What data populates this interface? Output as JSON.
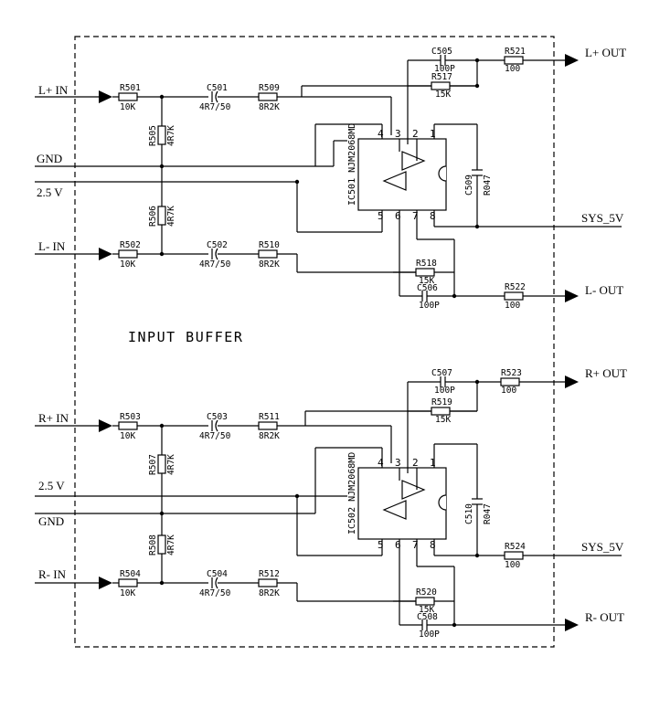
{
  "title": "INPUT BUFFER",
  "signals": {
    "l_plus_in": "L+ IN",
    "l_minus_in": "L- IN",
    "gnd_1": "GND",
    "v25_1": "2.5 V",
    "l_plus_out": "L+ OUT",
    "l_minus_out": "L- OUT",
    "sys5v_1": "SYS_5V",
    "r_plus_in": "R+ IN",
    "r_minus_in": "R- IN",
    "gnd_2": "GND",
    "v25_2": "2.5 V",
    "r_plus_out": "R+ OUT",
    "r_minus_out": "R- OUT",
    "sys5v_2": "SYS_5V"
  },
  "components": {
    "r501": {
      "ref": "R501",
      "value": "10K"
    },
    "r502": {
      "ref": "R502",
      "value": "10K"
    },
    "r503": {
      "ref": "R503",
      "value": "10K"
    },
    "r504": {
      "ref": "R504",
      "value": "10K"
    },
    "r505": {
      "ref": "R505",
      "value": "4R7K"
    },
    "r506": {
      "ref": "R506",
      "value": "4R7K"
    },
    "r507": {
      "ref": "R507",
      "value": "4R7K"
    },
    "r508": {
      "ref": "R508",
      "value": "4R7K"
    },
    "c501": {
      "ref": "C501",
      "value": "4R7/50"
    },
    "c502": {
      "ref": "C502",
      "value": "4R7/50"
    },
    "c503": {
      "ref": "C503",
      "value": "4R7/50"
    },
    "c504": {
      "ref": "C504",
      "value": "4R7/50"
    },
    "r509": {
      "ref": "R509",
      "value": "8R2K"
    },
    "r510": {
      "ref": "R510",
      "value": "8R2K"
    },
    "r511": {
      "ref": "R511",
      "value": "8R2K"
    },
    "r512": {
      "ref": "R512",
      "value": "8R2K"
    },
    "c505": {
      "ref": "C505",
      "value": "100P"
    },
    "c506": {
      "ref": "C506",
      "value": "100P"
    },
    "c507": {
      "ref": "C507",
      "value": "100P"
    },
    "c508": {
      "ref": "C508",
      "value": "100P"
    },
    "r517": {
      "ref": "R517",
      "value": "15K"
    },
    "r518": {
      "ref": "R518",
      "value": "15K"
    },
    "r519": {
      "ref": "R519",
      "value": "15K"
    },
    "r520": {
      "ref": "R520",
      "value": "15K"
    },
    "r521": {
      "ref": "R521",
      "value": "100"
    },
    "r522": {
      "ref": "R522",
      "value": "100"
    },
    "r523": {
      "ref": "R523",
      "value": "100"
    },
    "r524": {
      "ref": "R524",
      "value": "100"
    },
    "c509": {
      "ref": "C509",
      "value": "R047"
    },
    "c510": {
      "ref": "C510",
      "value": "R047"
    },
    "ic501": {
      "label": "IC501 NJM2068MD"
    },
    "ic502": {
      "label": "IC502 NJM2068MD"
    }
  },
  "pins": {
    "p1": "1",
    "p2": "2",
    "p3": "3",
    "p4": "4",
    "p5": "5",
    "p6": "6",
    "p7": "7",
    "p8": "8"
  }
}
